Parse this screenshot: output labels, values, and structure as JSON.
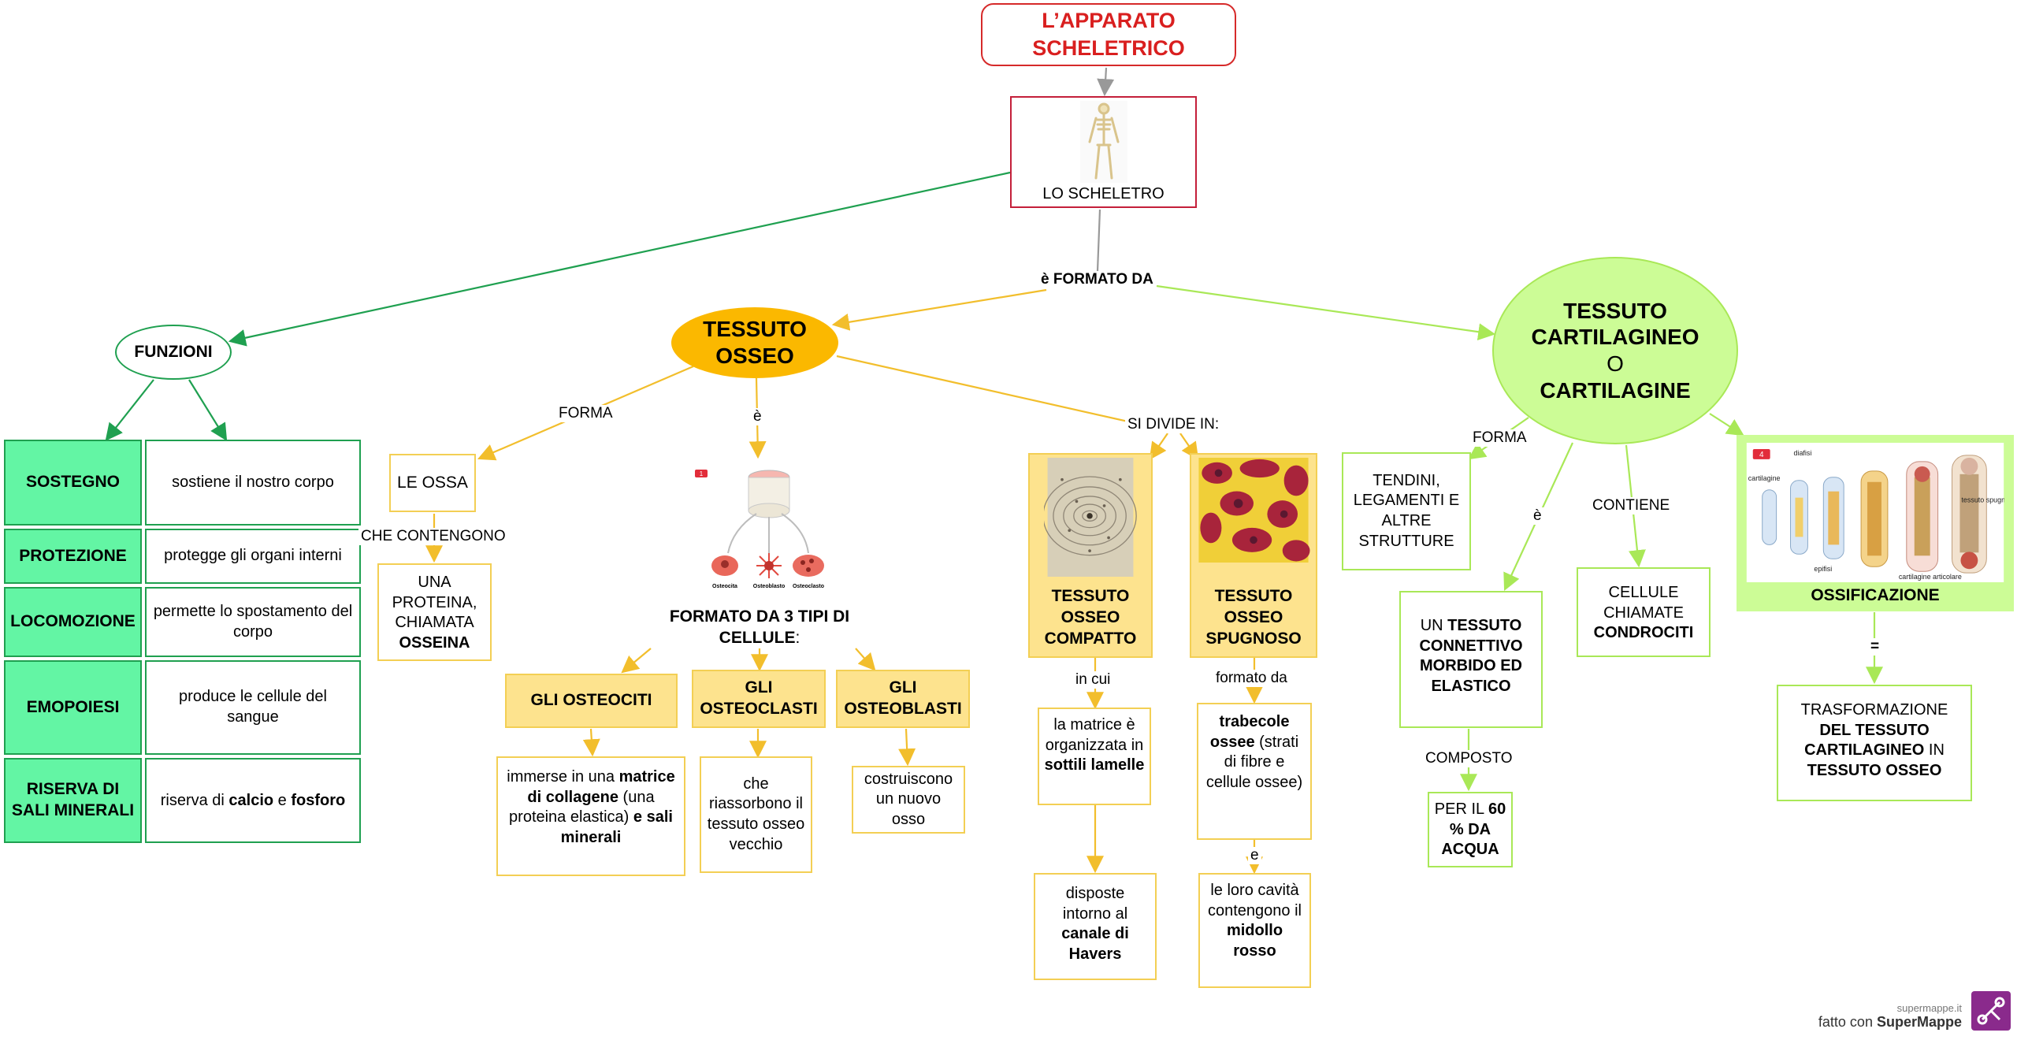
{
  "title_line1": "L’APPARATO",
  "title_line2": "SCHELETRICO",
  "scheletro_label": "LO SCHELETRO",
  "link_formato_da": "è FORMATO DA",
  "funzioni": {
    "title": "FUNZIONI",
    "rows": [
      {
        "name": "SOSTEGNO",
        "desc": "sostiene il nostro corpo"
      },
      {
        "name": "PROTEZIONE",
        "desc": "protegge gli organi interni"
      },
      {
        "name": "LOCOMOZIONE",
        "desc": "permette lo spostamento del corpo"
      },
      {
        "name": "EMOPOIESI",
        "desc": "produce le cellule del sangue"
      },
      {
        "name": "RISERVA DI SALI MINERALI",
        "desc_pre": "riserva di ",
        "desc_b1": "calcio",
        "desc_mid": " e ",
        "desc_b2": "fosforo"
      }
    ]
  },
  "osseo": {
    "title_l1": "TESSUTO",
    "title_l2": "OSSEO",
    "link_forma": "FORMA",
    "link_e": "è",
    "link_divide": "SI DIVIDE IN:",
    "ossa": "LE OSSA",
    "link_contengono": "CHE CONTENGONO",
    "proteina_pre": "UNA PROTEINA, CHIAMATA ",
    "proteina_b": "OSSEINA",
    "fig_labels": [
      "Osteocita",
      "Osteoblasto",
      "Osteoclasto"
    ],
    "fig_number": "1",
    "formato_tipi": "FORMATO DA 3 TIPI DI CELLULE",
    "formato_colon": ":",
    "cells": [
      {
        "name": "GLI OSTEOCITI"
      },
      {
        "name": "GLI OSTEOCLASTI"
      },
      {
        "name": "GLI OSTEOBLASTI"
      }
    ],
    "osteociti_desc": {
      "pre": "immerse in una ",
      "b1": "matrice di collagene",
      "mid": " (una proteina elastica) ",
      "b2": "e sali minerali"
    },
    "osteoclasti_desc": "che riassorbono il tessuto osseo vecchio",
    "osteoblasti_desc": "costruiscono un nuovo osso",
    "compatto": "TESSUTO OSSEO COMPATTO",
    "spugnoso": "TESSUTO OSSEO SPUGNOSO",
    "link_incui": "in cui",
    "link_formatoda": "formato da",
    "link_e2": "e",
    "matrice_desc": {
      "pre": "la matrice è organizzata in ",
      "b": "sottili lamelle"
    },
    "havers_desc": {
      "pre": "disposte intorno al ",
      "b": "canale di Havers"
    },
    "trabecole_desc": {
      "b": "trabecole ossee",
      "post": " (strati di fibre e cellule ossee)"
    },
    "midollo_desc": {
      "pre": "le loro cavità contengono il ",
      "b": "midollo rosso"
    }
  },
  "cartilagine": {
    "title_l1": "TESSUTO",
    "title_l2": "CARTILAGINEO",
    "title_l3": "O",
    "title_l4": "CARTILAGINE",
    "link_forma": "FORMA",
    "link_e": "è",
    "link_contiene": "CONTIENE",
    "tendini": "TENDINI, LEGAMENTI E ALTRE STRUTTURE",
    "connettivo_pre": "UN ",
    "connettivo_b": "TESSUTO CONNETTIVO MORBIDO ED ELASTICO",
    "link_composto": "COMPOSTO",
    "acqua_pre": "PER IL ",
    "acqua_b": "60 % DA ACQUA",
    "condrociti_pre": "CELLULE CHIAMATE ",
    "condrociti_b": "CONDROCITI",
    "ossificazione": "OSSIFICAZIONE",
    "fig_number": "4",
    "fig_labels": [
      "diafisi",
      "cartilagine",
      "epifisi",
      "tessuto spugnoso",
      "cartilagine articolare"
    ],
    "link_eq": "=",
    "trasf_pre": "TRASFORMAZIONE ",
    "trasf_b1": "DEL TESSUTO CARTILAGINEO",
    "trasf_mid": " IN ",
    "trasf_b2": "TESSUTO OSSEO"
  },
  "footer": {
    "site": "supermappe.it",
    "made_pre": "fatto con ",
    "made_brand": "SuperMappe"
  }
}
